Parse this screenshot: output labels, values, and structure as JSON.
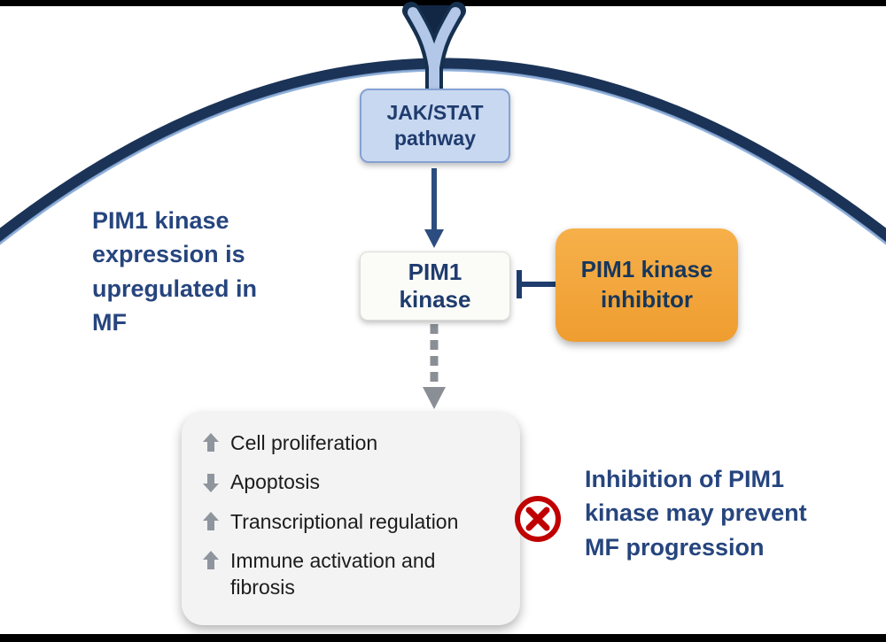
{
  "diagram": {
    "nodes": {
      "jak_stat": {
        "label": "JAK/STAT pathway"
      },
      "pim1": {
        "label": "PIM1 kinase"
      },
      "inhibitor": {
        "label": "PIM1 kinase inhibitor"
      }
    },
    "annotations": {
      "left_note": "PIM1 kinase expression is upregulated in MF",
      "right_note": "Inhibition of PIM1 kinase may prevent MF progression"
    },
    "effects_box": {
      "items": [
        {
          "direction": "up",
          "label": "Cell proliferation"
        },
        {
          "direction": "down",
          "label": "Apoptosis"
        },
        {
          "direction": "up",
          "label": "Transcriptional regulation"
        },
        {
          "direction": "up",
          "label": "Immune activation and fibrosis"
        }
      ]
    },
    "colors": {
      "navy_text": "#26457e",
      "membrane": "#1b3357",
      "jak_fill": "#c9d8f1",
      "jak_border": "#84a2d3",
      "pim_fill": "#fbfbf8",
      "inhibitor_orange": "#f2a339",
      "effects_fill": "#f3f3f3",
      "arrow_gray": "#8f959d",
      "prohibited_red": "#c00000"
    }
  }
}
